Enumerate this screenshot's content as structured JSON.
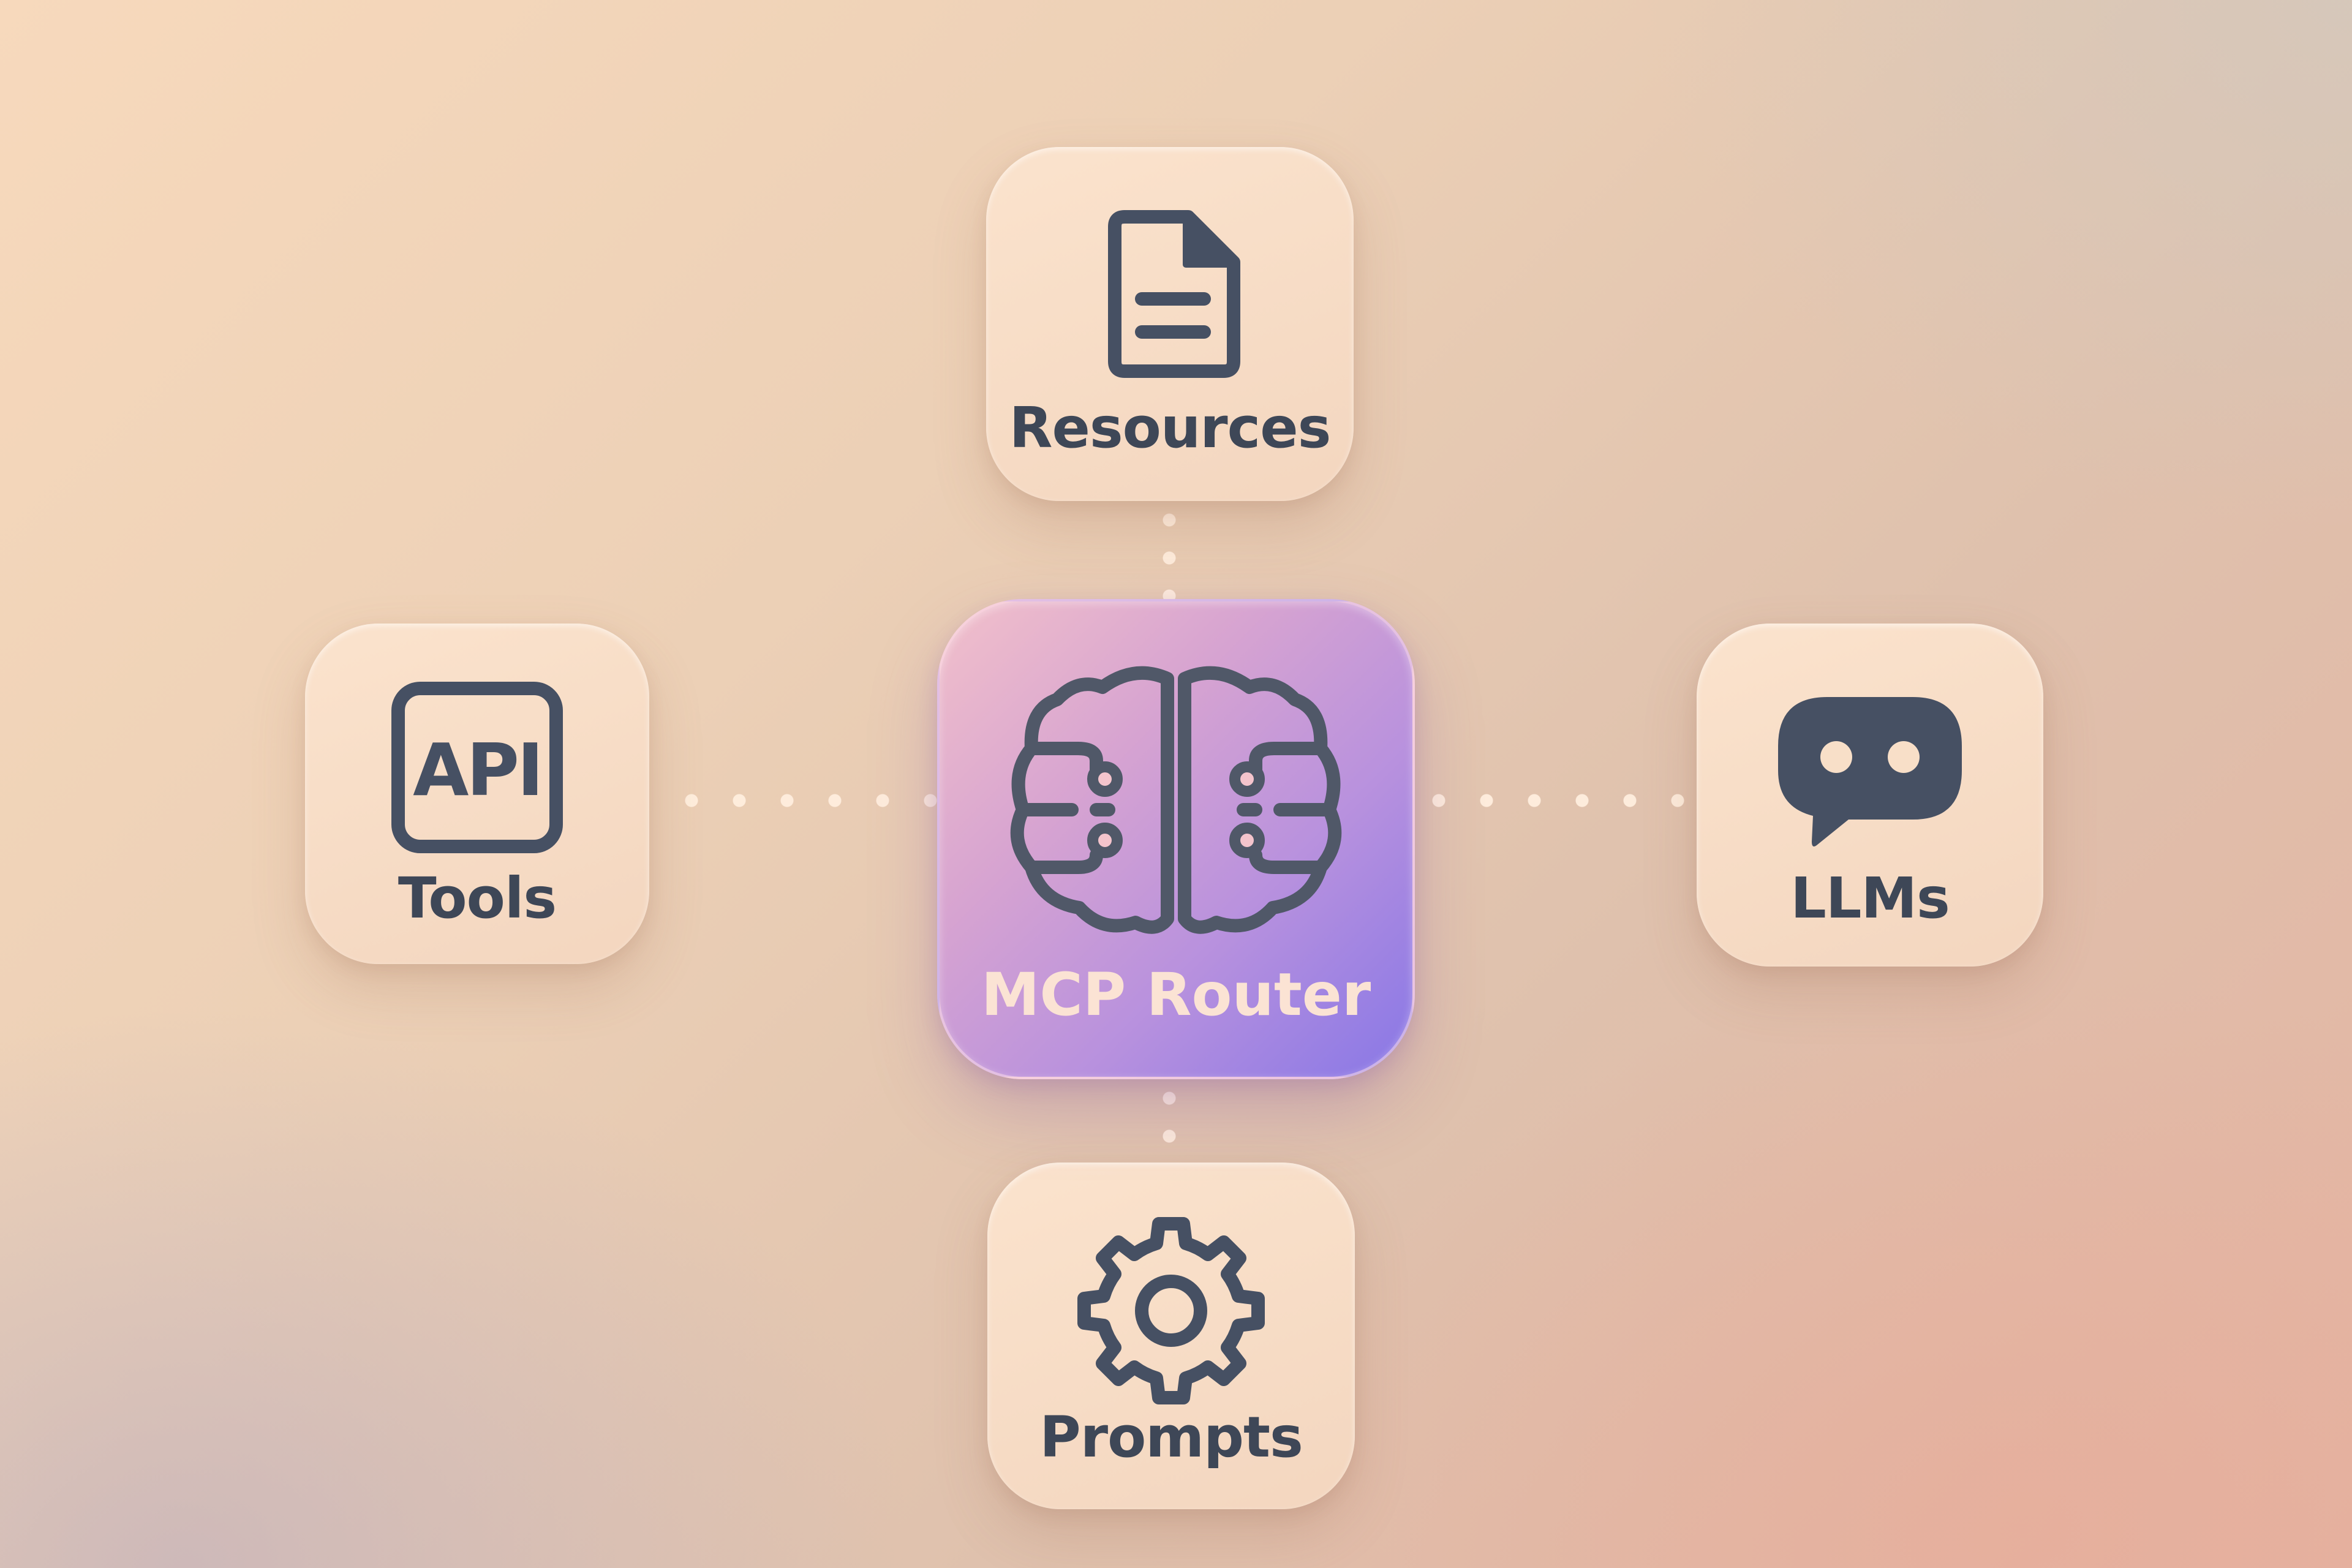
{
  "diagram": {
    "center": {
      "label": "MCP Router",
      "icon": "brain-circuit-icon",
      "gradient": [
        "#f2c0ca",
        "#8877e6"
      ]
    },
    "nodes": [
      {
        "id": "resources",
        "label": "Resources",
        "icon": "document-icon",
        "position": "top"
      },
      {
        "id": "tools",
        "label": "Tools",
        "icon": "api-icon",
        "icon_text": "API",
        "position": "left"
      },
      {
        "id": "llms",
        "label": "LLMs",
        "icon": "chat-bubble-icon",
        "position": "right"
      },
      {
        "id": "prompts",
        "label": "Prompts",
        "icon": "gear-icon",
        "position": "bottom"
      }
    ],
    "colors": {
      "icon_stroke": "#465063",
      "label_text": "#3e4757",
      "card_fill": "#f8dfc8",
      "router_label": "#fbe3d4"
    }
  }
}
